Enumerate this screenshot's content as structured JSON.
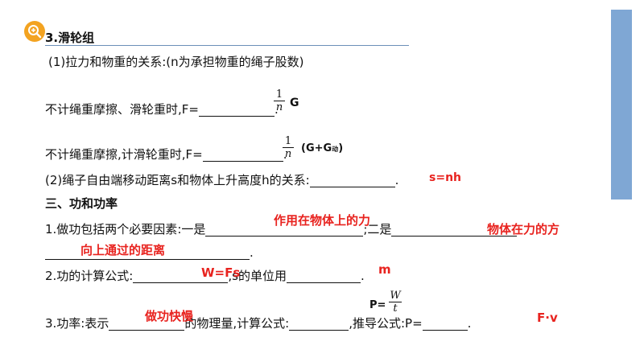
{
  "colors": {
    "answer": "#e8231f",
    "accent_bar": "#7fa7d4",
    "zoom_button": "#f3a321"
  },
  "heading": "3.滑轮组",
  "sub1": "(1)拉力和物重的关系:(n为承担物重的绳子股数)",
  "line_a": {
    "text": "不计绳重摩擦、滑轮重时,F=",
    "frac_num": "1",
    "frac_den": "n",
    "after_frac": "G",
    "end": "."
  },
  "line_b": {
    "text": "不计绳重摩擦,计滑轮重时,F=",
    "frac_num": "1",
    "frac_den": "n",
    "after_frac": "(G+G",
    "subscript": "动",
    "close": ")",
    "end": "."
  },
  "line_c": {
    "text": "(2)绳子自由端移动距离s和物体上升高度h的关系:",
    "answer": "s=nh",
    "end": "."
  },
  "section": "三、功和功率",
  "q1": {
    "text_a": "1.做功包括两个必要因素:一是",
    "answer_a": "作用在物体上的力",
    "text_b": ";二是",
    "answer_b1": "物体在力的方",
    "answer_b2": "向上通过的距离",
    "end": "."
  },
  "q2": {
    "text_a": "2.功的计算公式:",
    "answer_a": "W=Fs",
    "text_b": ",s的单位用",
    "answer_b": "m",
    "end": "."
  },
  "q3": {
    "text_a": "3.功率:表示",
    "answer_a": "做功快慢",
    "text_b": "的物理量,计算公式:",
    "text_c": ",推导公式:P=",
    "answer_c": "F·v",
    "end": ".",
    "formula_p": "P=",
    "formula_num": "W",
    "formula_den": "t"
  }
}
